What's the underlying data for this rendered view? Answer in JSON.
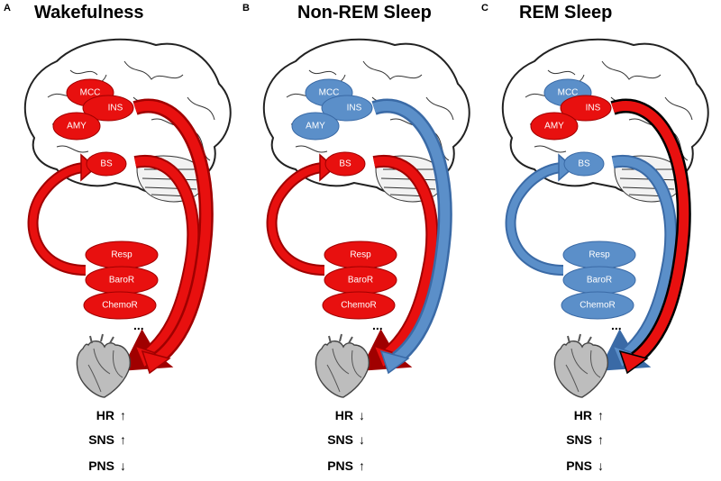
{
  "colors": {
    "active": "#e8100f",
    "active_dark": "#a00000",
    "inactive": "#5b8fc9",
    "inactive_dark": "#3a6aa6"
  },
  "panels": [
    {
      "letter": "A",
      "title": "Wakefulness",
      "brain_nodes": [
        {
          "label": "MCC",
          "state": "active"
        },
        {
          "label": "INS",
          "state": "active"
        },
        {
          "label": "AMY",
          "state": "active"
        }
      ],
      "bs": {
        "label": "BS",
        "state": "active"
      },
      "afferents": [
        {
          "label": "Resp",
          "state": "active"
        },
        {
          "label": "BaroR",
          "state": "active"
        },
        {
          "label": "ChemoR",
          "state": "active"
        }
      ],
      "ellipsis": "...",
      "arrows": {
        "upward": "active",
        "cortex_descending": "active",
        "bs_descending": "active"
      },
      "metrics": [
        {
          "label": "HR",
          "direction": "up",
          "symbol": "↑"
        },
        {
          "label": "SNS",
          "direction": "up",
          "symbol": "↑"
        },
        {
          "label": "PNS",
          "direction": "down",
          "symbol": "↓"
        }
      ]
    },
    {
      "letter": "B",
      "title": "Non-REM Sleep",
      "brain_nodes": [
        {
          "label": "MCC",
          "state": "inactive"
        },
        {
          "label": "INS",
          "state": "inactive"
        },
        {
          "label": "AMY",
          "state": "inactive"
        }
      ],
      "bs": {
        "label": "BS",
        "state": "active"
      },
      "afferents": [
        {
          "label": "Resp",
          "state": "active"
        },
        {
          "label": "BaroR",
          "state": "active"
        },
        {
          "label": "ChemoR",
          "state": "active"
        }
      ],
      "ellipsis": "...",
      "arrows": {
        "upward": "active",
        "cortex_descending": "inactive",
        "bs_descending": "active"
      },
      "metrics": [
        {
          "label": "HR",
          "direction": "down",
          "symbol": "↓"
        },
        {
          "label": "SNS",
          "direction": "down",
          "symbol": "↓"
        },
        {
          "label": "PNS",
          "direction": "up",
          "symbol": "↑"
        }
      ]
    },
    {
      "letter": "C",
      "title": "REM Sleep",
      "brain_nodes": [
        {
          "label": "MCC",
          "state": "inactive"
        },
        {
          "label": "INS",
          "state": "active"
        },
        {
          "label": "AMY",
          "state": "active"
        }
      ],
      "bs": {
        "label": "BS",
        "state": "inactive"
      },
      "afferents": [
        {
          "label": "Resp",
          "state": "inactive"
        },
        {
          "label": "BaroR",
          "state": "inactive"
        },
        {
          "label": "ChemoR",
          "state": "inactive"
        }
      ],
      "ellipsis": "...",
      "arrows": {
        "upward": "inactive",
        "cortex_descending": "active",
        "bs_descending": "inactive"
      },
      "metrics": [
        {
          "label": "HR",
          "direction": "up",
          "symbol": "↑"
        },
        {
          "label": "SNS",
          "direction": "up",
          "symbol": "↑"
        },
        {
          "label": "PNS",
          "direction": "down",
          "symbol": "↓"
        }
      ]
    }
  ]
}
